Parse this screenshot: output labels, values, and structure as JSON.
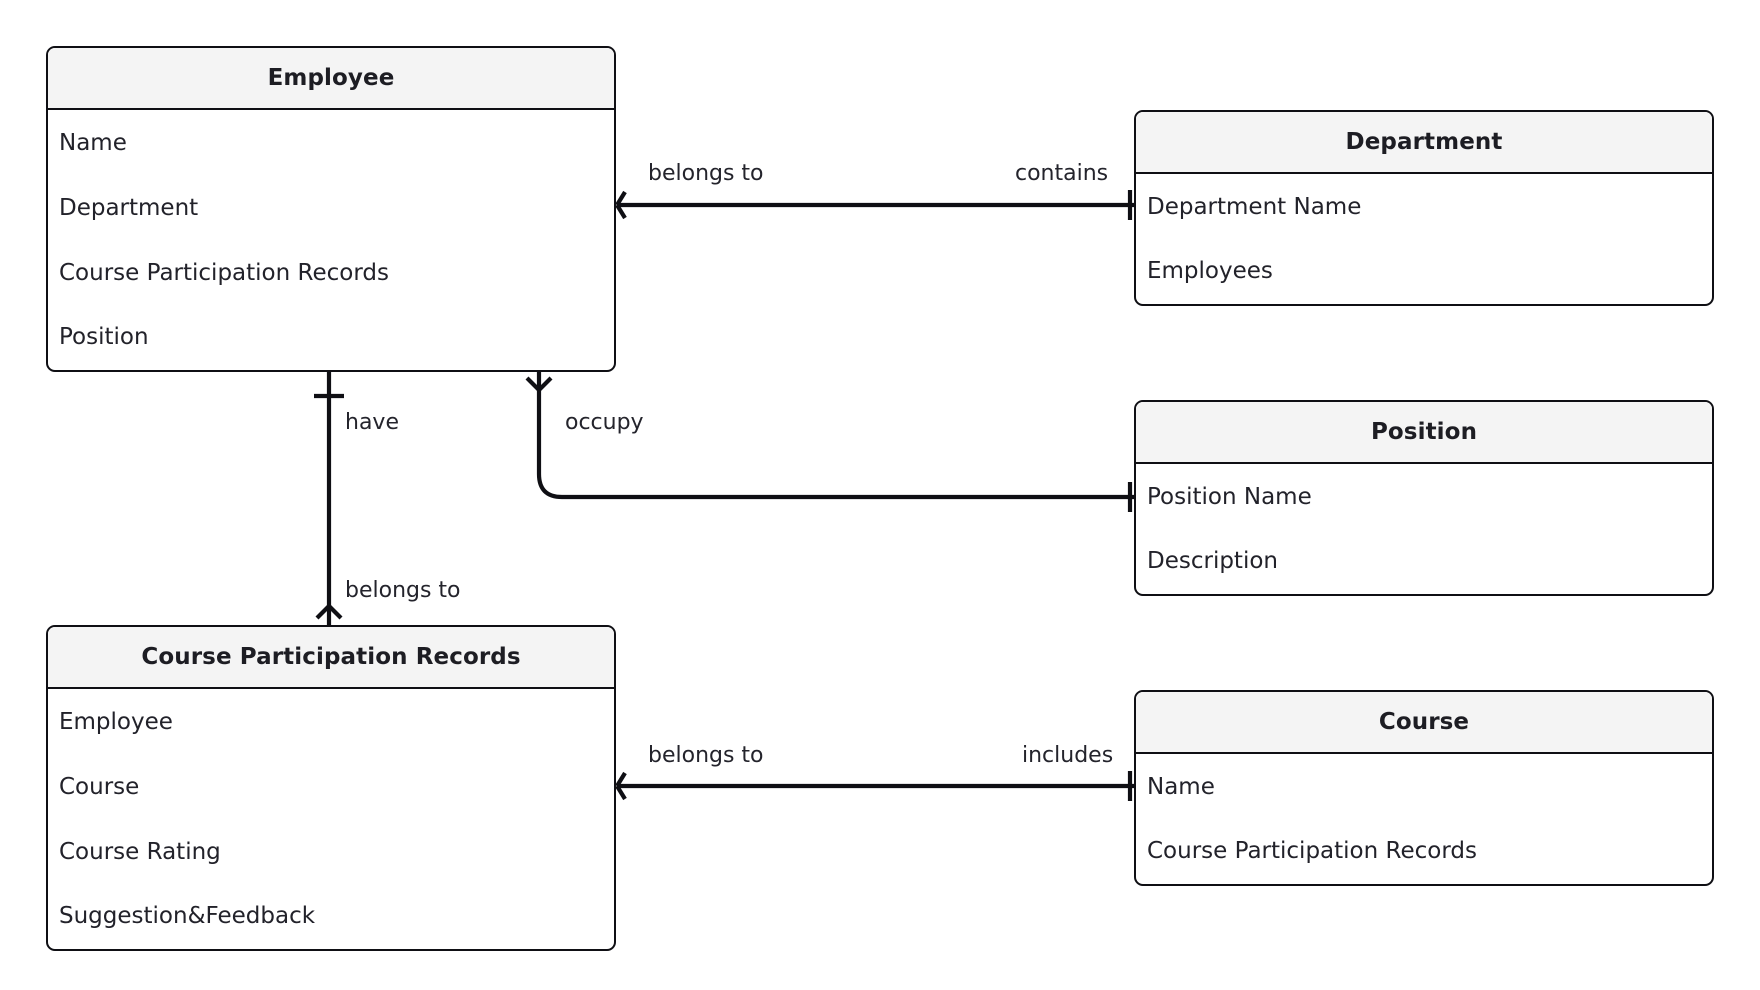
{
  "diagram": {
    "type": "entity-relationship-diagram",
    "notation": "crows-foot",
    "background_color": "#ffffff",
    "line_color": "#0f0f14",
    "header_fill": "#f4f4f4",
    "text_color": "#22222a"
  },
  "entities": [
    {
      "id": "employee",
      "title": "Employee",
      "attributes": [
        "Name",
        "Department",
        "Course Participation Records",
        "Position"
      ]
    },
    {
      "id": "department",
      "title": "Department",
      "attributes": [
        "Department Name",
        "Employees"
      ]
    },
    {
      "id": "position",
      "title": "Position",
      "attributes": [
        "Position Name",
        "Description"
      ]
    },
    {
      "id": "course_participation_records",
      "title": "Course Participation Records",
      "attributes": [
        "Employee",
        "Course",
        "Course Rating",
        "Suggestion&Feedback"
      ]
    },
    {
      "id": "course",
      "title": "Course",
      "attributes": [
        "Name",
        "Course Participation Records"
      ]
    }
  ],
  "relationships": [
    {
      "id": "employee_department",
      "from": "employee",
      "to": "department",
      "from_label": "belongs to",
      "to_label": "contains",
      "from_cardinality": "many",
      "to_cardinality": "one"
    },
    {
      "id": "employee_position",
      "from": "employee",
      "to": "position",
      "from_label": "occupy",
      "to_label": "",
      "from_cardinality": "many",
      "to_cardinality": "one"
    },
    {
      "id": "employee_cpr",
      "from": "employee",
      "to": "course_participation_records",
      "from_label": "have",
      "to_label": "belongs to",
      "from_cardinality": "one",
      "to_cardinality": "many"
    },
    {
      "id": "cpr_course",
      "from": "course_participation_records",
      "to": "course",
      "from_label": "belongs to",
      "to_label": "includes",
      "from_cardinality": "many",
      "to_cardinality": "one"
    }
  ],
  "labels": {
    "belongs_to_department": "belongs to",
    "contains": "contains",
    "occupy": "occupy",
    "have": "have",
    "belongs_to_employee": "belongs to",
    "belongs_to_course": "belongs to",
    "includes": "includes"
  }
}
